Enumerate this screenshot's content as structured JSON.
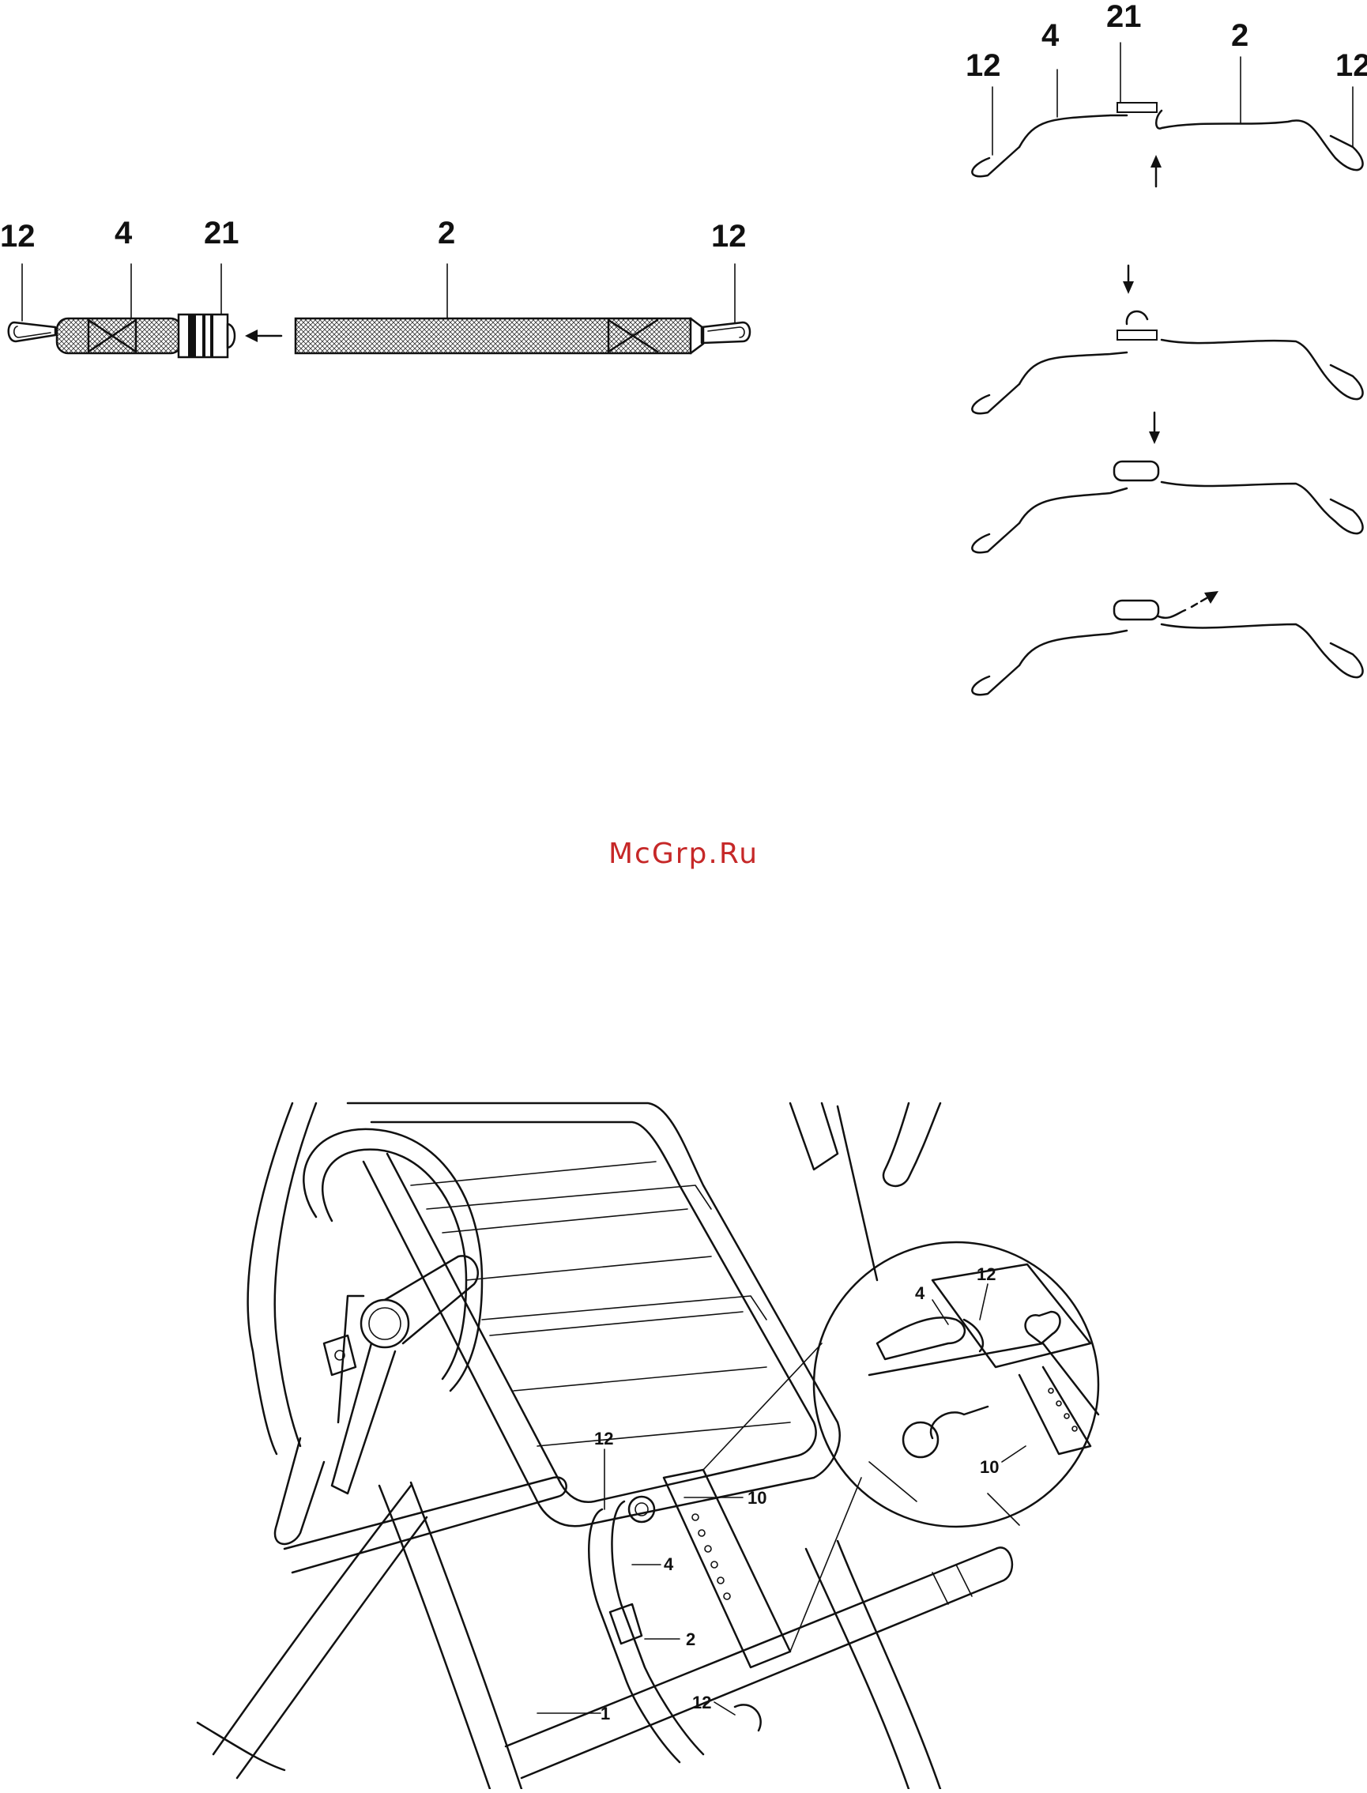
{
  "watermark": "McGrp.Ru",
  "strap_diagram": {
    "labels": [
      "12",
      "4",
      "21",
      "2",
      "12"
    ]
  },
  "strap_sequence": {
    "labels": [
      "12",
      "4",
      "21",
      "2",
      "12"
    ]
  },
  "machine_view": {
    "callouts": [
      "12",
      "4",
      "2",
      "12",
      "1",
      "10"
    ],
    "detail_callouts": [
      "4",
      "12",
      "10"
    ]
  }
}
